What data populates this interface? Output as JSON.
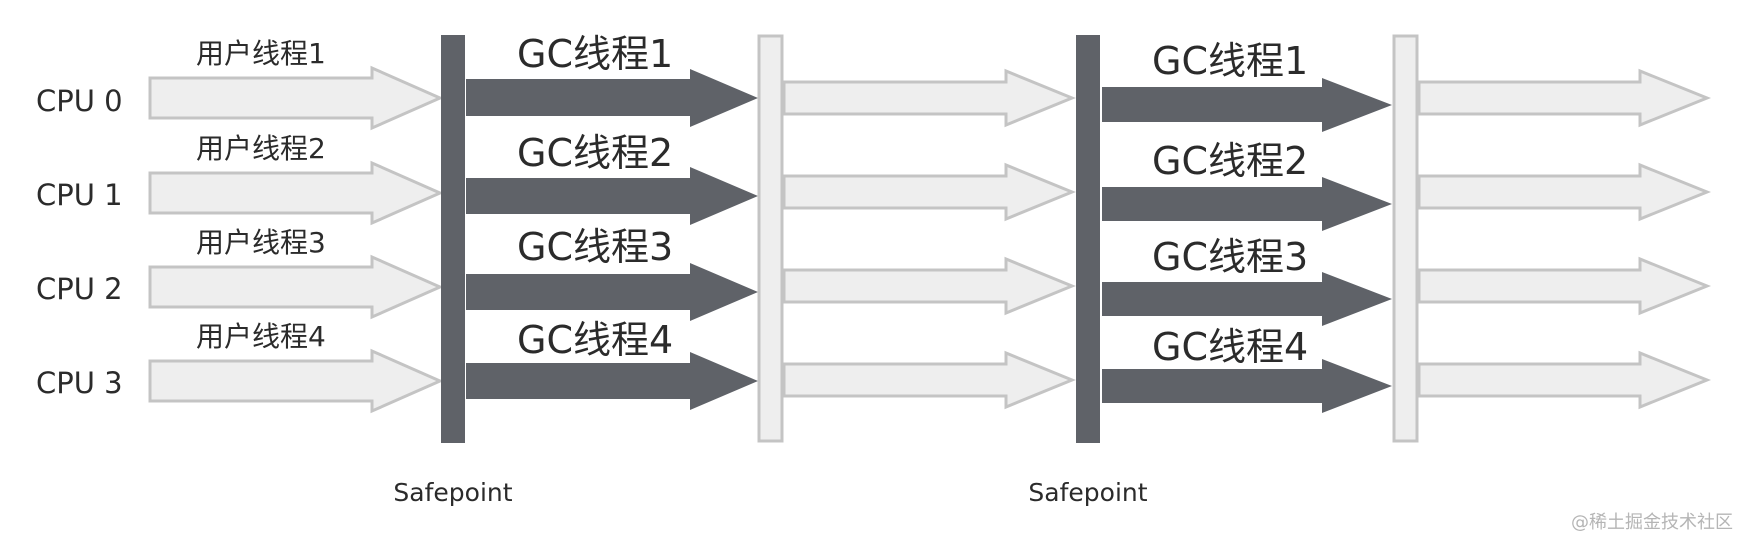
{
  "rows": [
    {
      "cpu": "CPU 0",
      "user_thread": "用户线程1",
      "gc_thread": "GC线程1"
    },
    {
      "cpu": "CPU 1",
      "user_thread": "用户线程2",
      "gc_thread": "GC线程2"
    },
    {
      "cpu": "CPU 2",
      "user_thread": "用户线程3",
      "gc_thread": "GC线程3"
    },
    {
      "cpu": "CPU 3",
      "user_thread": "用户线程4",
      "gc_thread": "GC线程4"
    }
  ],
  "safepoints": [
    {
      "label": "Safepoint"
    },
    {
      "label": "Safepoint"
    }
  ],
  "watermark": "@稀土掘金技术社区",
  "colors": {
    "dark": "#5f6268",
    "light_fill": "#eeeeee",
    "light_stroke": "#c4c4c4",
    "text": "#2b2b2b"
  }
}
